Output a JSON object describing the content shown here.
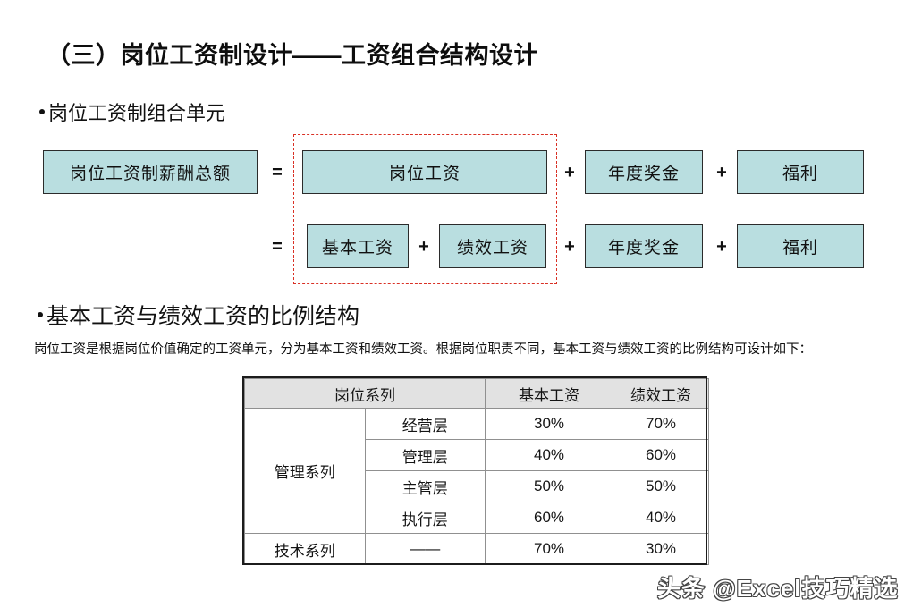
{
  "slide": {
    "title": "（三）岗位工资制设计——工资组合结构设计",
    "watermark": "头条 @Excel技巧精选"
  },
  "bullets": {
    "first": "岗位工资制组合单元",
    "second": "基本工资与绩效工资的比例结构"
  },
  "formula": {
    "total_label": "岗位工资制薪酬总额",
    "equals": "=",
    "plus": "+",
    "row1": {
      "post_salary": "岗位工资",
      "annual_bonus": "年度奖金",
      "welfare": "福利"
    },
    "row2": {
      "base_salary": "基本工资",
      "performance_salary": "绩效工资",
      "annual_bonus": "年度奖金",
      "welfare": "福利"
    }
  },
  "paragraph": "岗位工资是根据岗位价值确定的工资单元，分为基本工资和绩效工资。根据岗位职责不同，基本工资与绩效工资的比例结构可设计如下：",
  "table": {
    "headers": {
      "series": "岗位系列",
      "base": "基本工资",
      "performance": "绩效工资"
    },
    "groups": [
      {
        "series": "管理系列",
        "rows": [
          {
            "level": "经营层",
            "base": "30%",
            "performance": "70%"
          },
          {
            "level": "管理层",
            "base": "40%",
            "performance": "60%"
          },
          {
            "level": "主管层",
            "base": "50%",
            "performance": "50%"
          },
          {
            "level": "执行层",
            "base": "60%",
            "performance": "40%"
          }
        ]
      },
      {
        "series": "技术系列",
        "rows": [
          {
            "level": "——",
            "base": "70%",
            "performance": "30%"
          }
        ]
      }
    ]
  },
  "colors": {
    "box_fill": "#b9dee0",
    "box_border": "#2b2b2b",
    "dashed_border": "#d93025",
    "table_header_fill": "#e2e2e2"
  }
}
